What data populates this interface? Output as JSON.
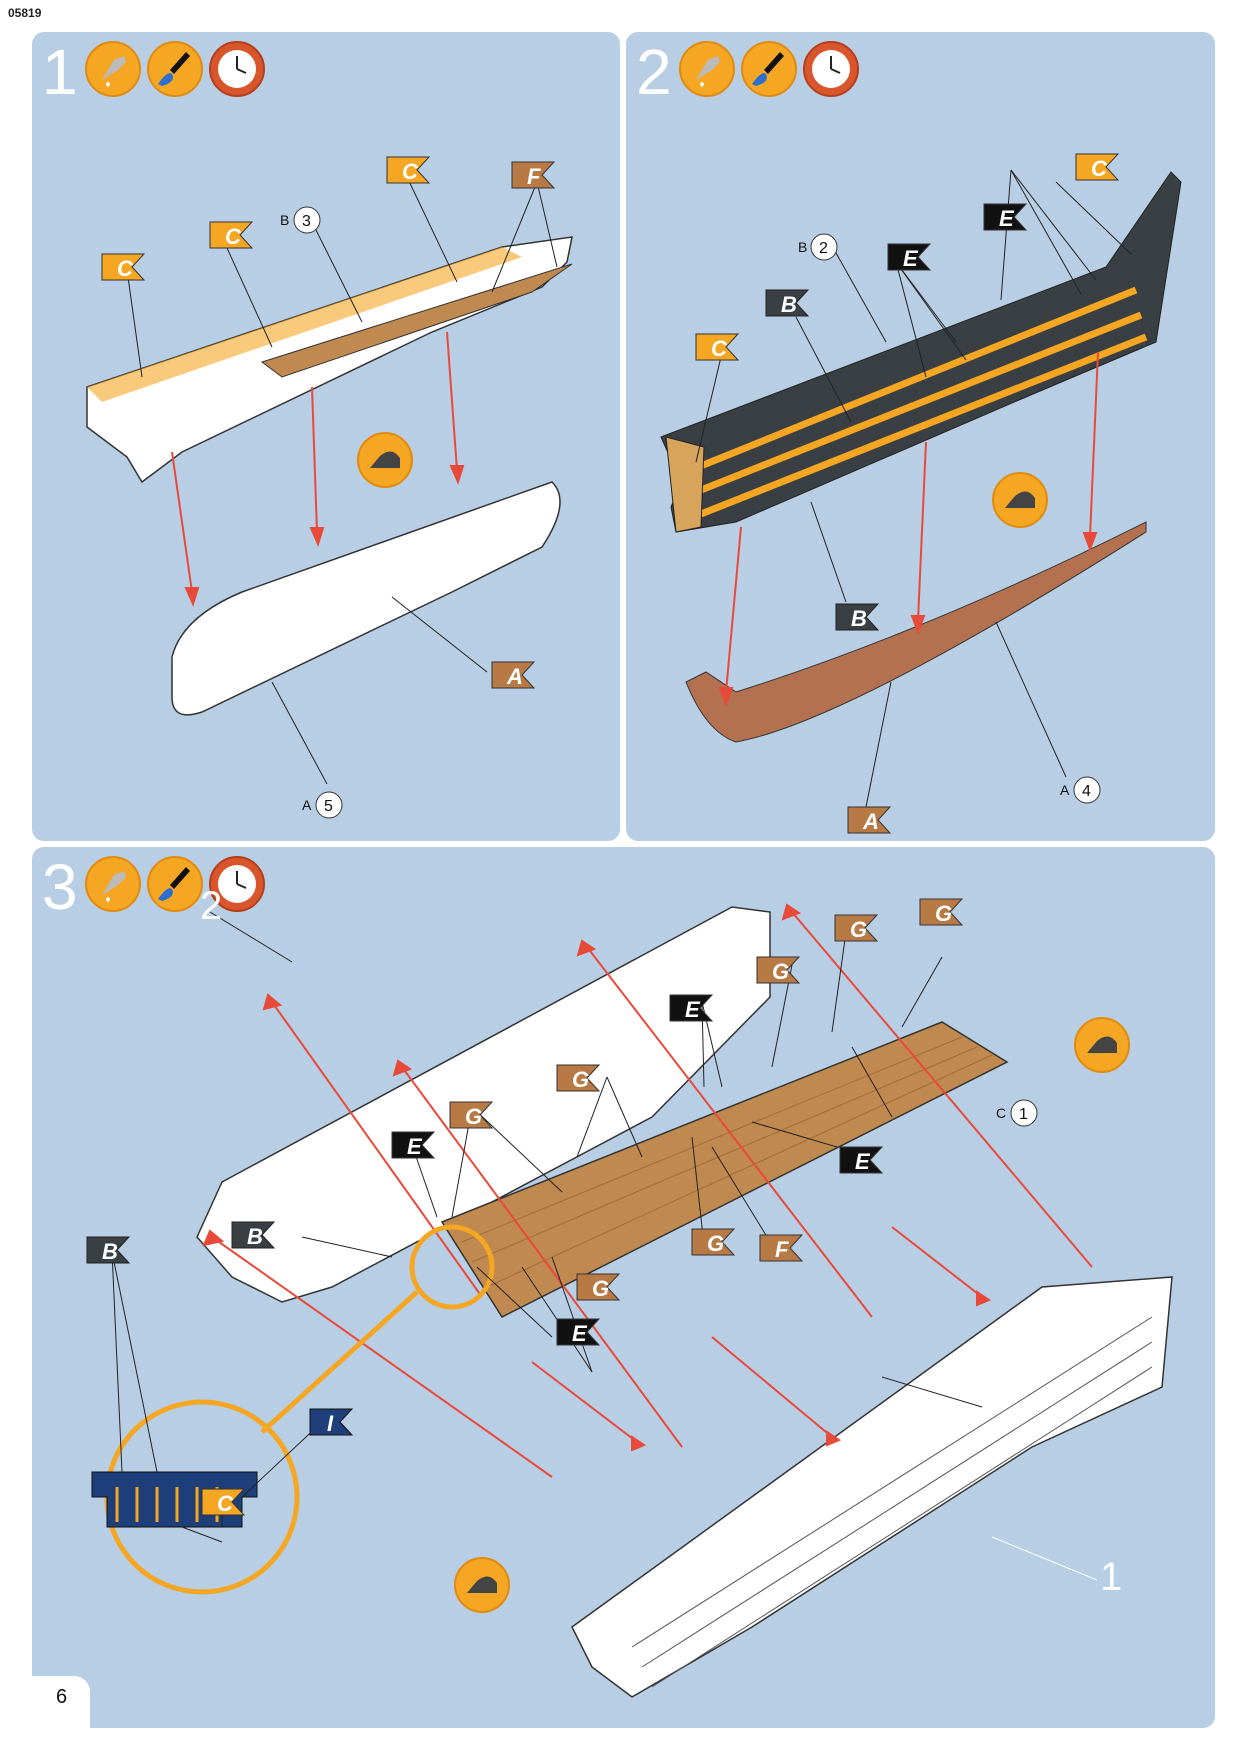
{
  "document_code": "05819",
  "page_number": "6",
  "steps": [
    {
      "number": "1",
      "icons": [
        "glue-icon",
        "paint-brush-icon",
        "clock-icon"
      ],
      "flags": [
        {
          "label": "C",
          "color": "#f5a623"
        },
        {
          "label": "C",
          "color": "#f5a623"
        },
        {
          "label": "C",
          "color": "#f5a623"
        },
        {
          "label": "F",
          "color": "#b87a45"
        },
        {
          "label": "A",
          "color": "#b87a45"
        }
      ],
      "refs": [
        {
          "letter": "B",
          "num": "3"
        },
        {
          "letter": "A",
          "num": "5"
        }
      ]
    },
    {
      "number": "2",
      "icons": [
        "glue-icon",
        "paint-brush-icon",
        "clock-icon"
      ],
      "flags": [
        {
          "label": "C",
          "color": "#f5a623"
        },
        {
          "label": "E",
          "color": "#111111"
        },
        {
          "label": "E",
          "color": "#111111"
        },
        {
          "label": "B",
          "color": "#3a3f44"
        },
        {
          "label": "C",
          "color": "#f5a623"
        },
        {
          "label": "B",
          "color": "#3a3f44"
        },
        {
          "label": "A",
          "color": "#b87a45"
        }
      ],
      "refs": [
        {
          "letter": "B",
          "num": "2"
        },
        {
          "letter": "A",
          "num": "4"
        }
      ]
    },
    {
      "number": "3",
      "icons": [
        "glue-icon",
        "paint-brush-icon",
        "clock-icon"
      ],
      "flags": [
        {
          "label": "G",
          "color": "#b87a45"
        },
        {
          "label": "G",
          "color": "#b87a45"
        },
        {
          "label": "G",
          "color": "#b87a45"
        },
        {
          "label": "E",
          "color": "#111111"
        },
        {
          "label": "G",
          "color": "#b87a45"
        },
        {
          "label": "G",
          "color": "#b87a45"
        },
        {
          "label": "E",
          "color": "#111111"
        },
        {
          "label": "E",
          "color": "#111111"
        },
        {
          "label": "B",
          "color": "#3a3f44"
        },
        {
          "label": "B",
          "color": "#3a3f44"
        },
        {
          "label": "G",
          "color": "#b87a45"
        },
        {
          "label": "F",
          "color": "#b87a45"
        },
        {
          "label": "G",
          "color": "#b87a45"
        },
        {
          "label": "E",
          "color": "#111111"
        },
        {
          "label": "I",
          "color": "#1f3f7a"
        },
        {
          "label": "C",
          "color": "#f5a623"
        }
      ],
      "refs": [
        {
          "letter": "C",
          "num": "1"
        }
      ],
      "part_labels": [
        "2",
        "1"
      ]
    }
  ]
}
